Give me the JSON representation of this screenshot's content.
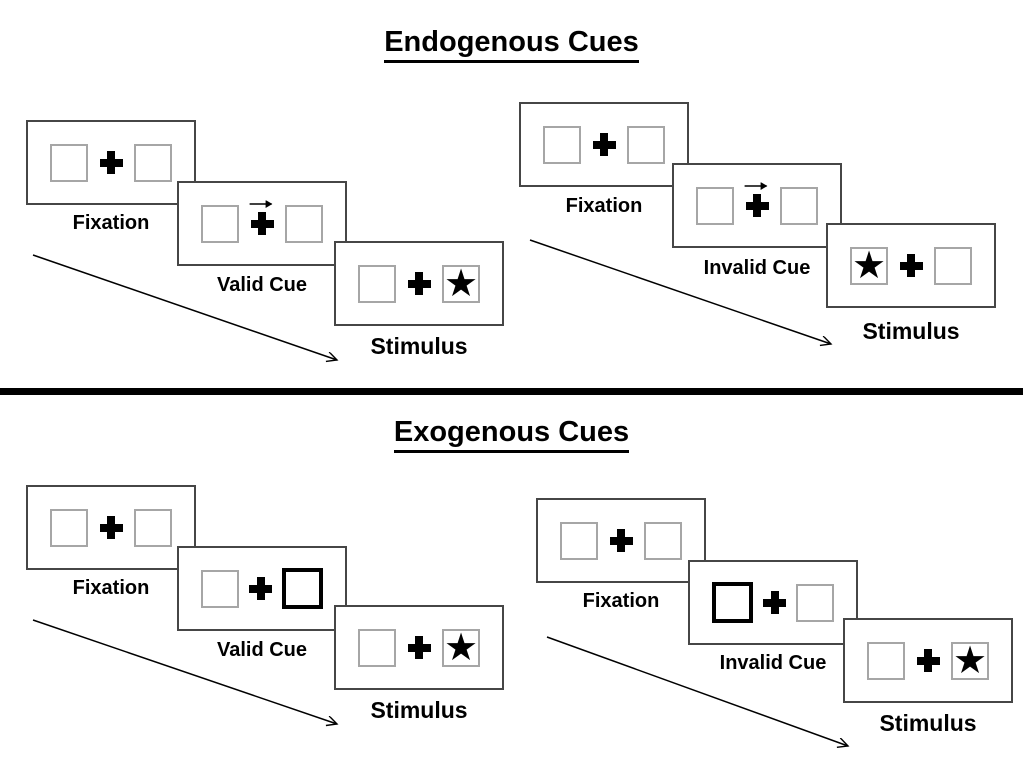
{
  "colors": {
    "background": "#ffffff",
    "panel_border": "#464646",
    "square_border": "#a6a6a6",
    "ink": "#000000"
  },
  "icons": {
    "star_glyph": "★",
    "cue_arrow": "right-arrow-icon",
    "plus": "plus-icon",
    "timeline": "diagonal-arrow-icon"
  },
  "sections": [
    {
      "title": "Endogenous Cues",
      "sequences": [
        {
          "name": "endogenous-valid",
          "panels": [
            {
              "label": "Fixation"
            },
            {
              "label": "Valid Cue"
            },
            {
              "label": "Stimulus"
            }
          ]
        },
        {
          "name": "endogenous-invalid",
          "panels": [
            {
              "label": "Fixation"
            },
            {
              "label": "Invalid Cue"
            },
            {
              "label": "Stimulus"
            }
          ]
        }
      ]
    },
    {
      "title": "Exogenous Cues",
      "sequences": [
        {
          "name": "exogenous-valid",
          "panels": [
            {
              "label": "Fixation"
            },
            {
              "label": "Valid Cue"
            },
            {
              "label": "Stimulus"
            }
          ]
        },
        {
          "name": "exogenous-invalid",
          "panels": [
            {
              "label": "Fixation"
            },
            {
              "label": "Invalid Cue"
            },
            {
              "label": "Stimulus"
            }
          ]
        }
      ]
    }
  ]
}
